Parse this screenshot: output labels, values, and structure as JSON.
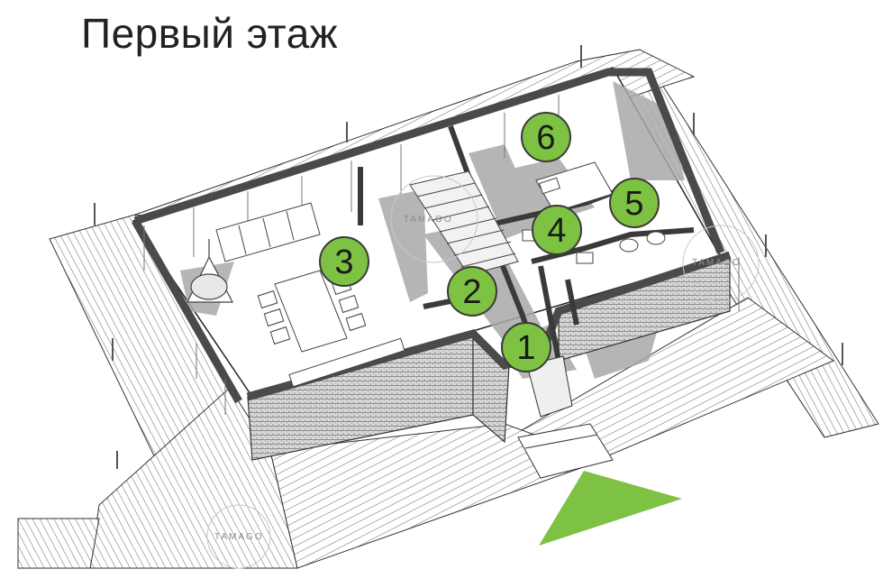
{
  "title": "Первый этаж",
  "watermark": "TAMAGO",
  "accent_color": "#7dc242",
  "markers": [
    {
      "label": "1"
    },
    {
      "label": "2"
    },
    {
      "label": "3"
    },
    {
      "label": "4"
    },
    {
      "label": "5"
    },
    {
      "label": "6"
    }
  ],
  "compass_icon": "north-arrow-icon"
}
